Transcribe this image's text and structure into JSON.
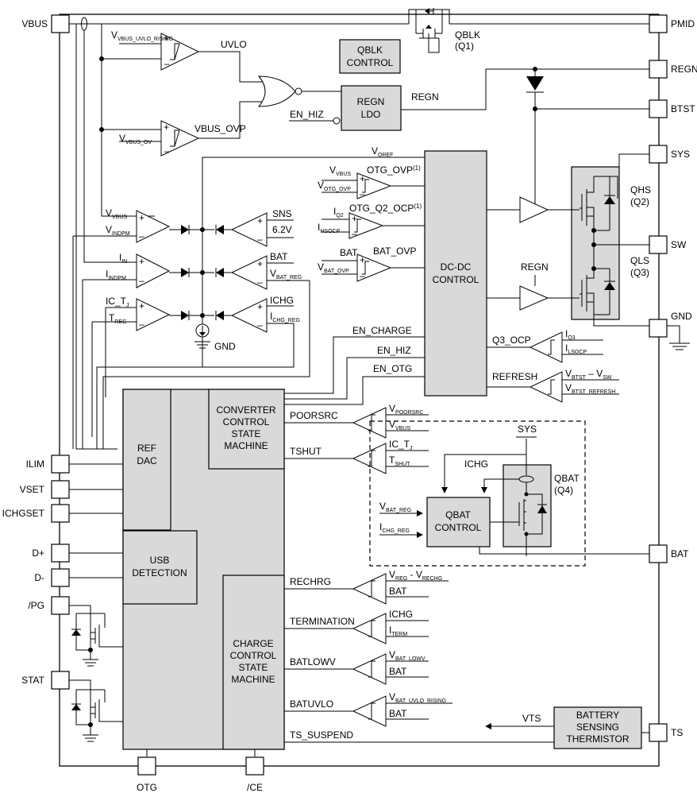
{
  "pins": {
    "vbus": "VBUS",
    "pmid": "PMID",
    "regn": "REGN",
    "btst": "BTST",
    "sys": "SYS",
    "sw": "SW",
    "gnd": "GND",
    "bat": "BAT",
    "ts": "TS",
    "ilim": "ILIM",
    "vset": "VSET",
    "ichgset": "ICHGSET",
    "dp": "D+",
    "dm": "D-",
    "pg": "/PG",
    "stat": "STAT",
    "otg": "OTG",
    "ce": "/CE"
  },
  "blocks": {
    "qblk": [
      "QBLK",
      "CONTROL"
    ],
    "regn_ldo": [
      "REGN",
      "LDO"
    ],
    "dcdc": [
      "DC-DC",
      "CONTROL"
    ],
    "converter": [
      "CONVERTER",
      "CONTROL",
      "STATE",
      "MACHINE"
    ],
    "ref_dac": [
      "REF",
      "DAC"
    ],
    "usb": [
      "USB",
      "DETECTION"
    ],
    "charge": [
      "CHARGE",
      "CONTROL",
      "STATE",
      "MACHINE"
    ],
    "qbat_ctrl": [
      "QBAT",
      "CONTROL"
    ],
    "thermistor": [
      "BATTERY",
      "SENSING",
      "THERMISTOR"
    ]
  },
  "fets": {
    "qblk": [
      "QBLK",
      "(Q1)"
    ],
    "qhs": [
      "QHS",
      "(Q2)"
    ],
    "qls": [
      "QLS",
      "(Q3)"
    ],
    "qbat": [
      "QBAT",
      "(Q4)"
    ]
  },
  "labels": {
    "vbus_uvlo_rising": [
      "V",
      "VBUS_UVLO_RISING"
    ],
    "uvlo": "UVLO",
    "vbus_ov": [
      "V",
      "VBUS_OV"
    ],
    "vbus_ovp": "VBUS_OVP",
    "en_hiz_top": "EN_HIZ",
    "regn_out": "REGN",
    "voref": [
      "V",
      "OREF"
    ],
    "vvbus": [
      "V",
      "VBUS"
    ],
    "votg_ovp": [
      "V",
      "OTG_OVP"
    ],
    "otg_ovp": "OTG_OVP",
    "otg_ovp_note": "(1)",
    "iq2": [
      "I",
      "Q2"
    ],
    "ihsocp": [
      "I",
      "HSOCP"
    ],
    "otg_q2_ocp": "OTG_Q2_OCP",
    "otg_q2_ocp_note": "(1)",
    "bat_a": "BAT",
    "vbat_ovp": [
      "V",
      "BAT_OVP"
    ],
    "bat_ovp": "BAT_OVP",
    "regn_gate": "REGN",
    "vvbus2": [
      "V",
      "VBUS"
    ],
    "vindpm": [
      "V",
      "INDPM"
    ],
    "iin": [
      "I",
      "IN"
    ],
    "iindpm": [
      "I",
      "INDPM"
    ],
    "ic_tj": "IC_T",
    "ic_tj_sub": "J",
    "treg": [
      "T",
      "REG"
    ],
    "sns": "SNS",
    "v62": "6.2V",
    "bat_b": "BAT",
    "vbat_reg": [
      "V",
      "BAT_REG"
    ],
    "ichg": "ICHG",
    "ichg_reg": [
      "I",
      "CHG_REG"
    ],
    "gnd_sym": "GND",
    "en_charge": "EN_CHARGE",
    "en_hiz": "EN_HIZ",
    "en_otg": "EN_OTG",
    "q3_ocp": "Q3_OCP",
    "iq3": [
      "I",
      "Q3"
    ],
    "ilsocp": [
      "I",
      "LSOCP"
    ],
    "refresh": "REFRESH",
    "vbtst_vsw": [
      "V",
      "BTST",
      " – V",
      "SW"
    ],
    "vbtst_refresh": [
      "V",
      "BTST_REFRESH"
    ],
    "poorsrc": "POORSRC",
    "vpoorsrc": [
      "V",
      "POORSRC"
    ],
    "vvbus3": [
      "V",
      "VBUS"
    ],
    "tshut": "TSHUT",
    "ic_tj2": "IC_T",
    "ic_tj2_sub": "J",
    "tshut_ref": [
      "T",
      "SHUT"
    ],
    "sys_q4": "SYS",
    "ichg_q4": "ICHG",
    "vbat_reg2": [
      "V",
      "BAT_REG"
    ],
    "ichg_reg2": [
      "I",
      "CHG_REG"
    ],
    "rechrg": "RECHRG",
    "vreg_vrechg": [
      "V",
      "REG",
      " - V",
      "RECHG"
    ],
    "bat_c": "BAT",
    "termination": "TERMINATION",
    "ichg_t": "ICHG",
    "iterm": [
      "I",
      "TERM"
    ],
    "batlowv": "BATLOWV",
    "vbat_lowv": [
      "V",
      "BAT_LOWV"
    ],
    "bat_d": "BAT",
    "batuvlo": "BATUVLO",
    "vbat_uvlo_rising": [
      "V",
      "BAT_UVLO_RISING"
    ],
    "bat_e": "BAT",
    "ts_suspend": "TS_SUSPEND",
    "vts": "VTS"
  }
}
